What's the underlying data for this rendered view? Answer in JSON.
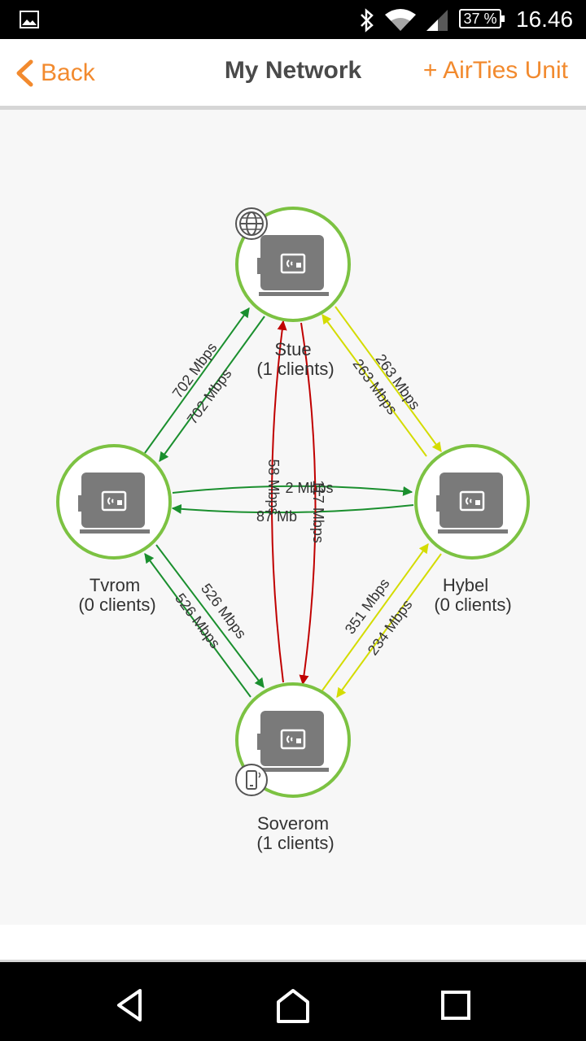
{
  "status_bar": {
    "battery": "37 %",
    "time": "16.46",
    "icons": [
      "gallery-icon",
      "bluetooth-icon",
      "wifi-icon",
      "cell-signal-icon",
      "battery-icon"
    ]
  },
  "header": {
    "back_label": "Back",
    "title": "My Network",
    "add_label": "+ AirTies Unit"
  },
  "colors": {
    "accent": "#f28a2e",
    "node_ring": "#7cc242",
    "link_good": "#1a8f2e",
    "link_medium": "#d4dc00",
    "link_poor": "#c00000"
  },
  "nodes": [
    {
      "id": "stue",
      "name": "Stue",
      "clients": "(1 clients)",
      "badge": "globe-icon"
    },
    {
      "id": "tvrom",
      "name": "Tvrom",
      "clients": "(0 clients)",
      "badge": ""
    },
    {
      "id": "hybel",
      "name": "Hybel",
      "clients": "(0 clients)",
      "badge": ""
    },
    {
      "id": "soverom",
      "name": "Soverom",
      "clients": "(1 clients)",
      "badge": "mobile-device-icon"
    }
  ],
  "links": [
    {
      "label": "702 Mbps",
      "from": "tvrom",
      "to": "stue",
      "quality": "good"
    },
    {
      "label": "702 Mbps",
      "from": "stue",
      "to": "tvrom",
      "quality": "good"
    },
    {
      "label": "263 Mbps",
      "from": "stue",
      "to": "hybel",
      "quality": "medium"
    },
    {
      "label": "263 Mbps",
      "from": "hybel",
      "to": "stue",
      "quality": "medium"
    },
    {
      "label": "2 Mbps",
      "from": "tvrom",
      "to": "hybel",
      "quality": "good"
    },
    {
      "label": "87 Mb",
      "from": "hybel",
      "to": "tvrom",
      "quality": "good"
    },
    {
      "label": "526 Mbps",
      "from": "tvrom",
      "to": "soverom",
      "quality": "good"
    },
    {
      "label": "526 Mbps",
      "from": "soverom",
      "to": "tvrom",
      "quality": "good"
    },
    {
      "label": "351 Mbps",
      "from": "soverom",
      "to": "hybel",
      "quality": "medium"
    },
    {
      "label": "234 Mbps",
      "from": "hybel",
      "to": "soverom",
      "quality": "medium"
    },
    {
      "label": "58 Mbps",
      "from": "soverom",
      "to": "stue",
      "quality": "poor"
    },
    {
      "label": "117 Mbps",
      "from": "stue",
      "to": "soverom",
      "quality": "poor"
    }
  ],
  "nav": {
    "buttons": [
      "back-nav-icon",
      "home-nav-icon",
      "recents-nav-icon"
    ]
  }
}
